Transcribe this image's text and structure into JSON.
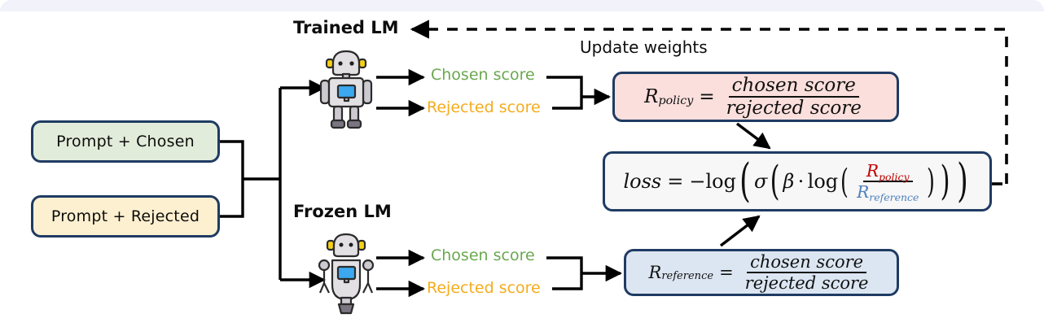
{
  "diagram": {
    "title": "DPO training loop diagram",
    "background": "#ffffff",
    "top_band_color": "#f2f2fb"
  },
  "inputs": [
    {
      "id": "prompt-chosen",
      "label": "Prompt + Chosen",
      "fill": "#e2ecda",
      "stroke": "#1f3b63"
    },
    {
      "id": "prompt-rejected",
      "label": "Prompt + Rejected",
      "fill": "#fdf0d0",
      "stroke": "#1f3b63"
    }
  ],
  "models": [
    {
      "id": "trained-lm",
      "label": "Trained LM",
      "icon": "robot-icon"
    },
    {
      "id": "frozen-lm",
      "label": "Frozen LM",
      "icon": "robot-icon"
    }
  ],
  "scores": {
    "chosen_label": "Chosen score",
    "rejected_label": "Rejected score",
    "chosen_color": "#6aa84f",
    "rejected_color": "#f5ac1d"
  },
  "annotations": {
    "update_weights": "Update weights"
  },
  "formulas": {
    "r_policy": {
      "id": "r-policy",
      "lhs_base": "R",
      "lhs_sub": "policy",
      "equals": "=",
      "numerator": "chosen score",
      "denominator": "rejected score",
      "fill": "#fadfdc",
      "stroke": "#1f3b63"
    },
    "r_reference": {
      "id": "r-reference",
      "lhs_base": "R",
      "lhs_sub": "reference",
      "equals": "=",
      "numerator": "chosen score",
      "denominator": "rejected score",
      "fill": "#dce6f2",
      "stroke": "#1f3b63"
    },
    "loss": {
      "id": "loss",
      "lhs": "loss",
      "equals": "=",
      "neg": "−",
      "log1": "log",
      "sigma": "σ",
      "beta": "β",
      "dot": "⋅",
      "log2": "log",
      "num_base": "R",
      "num_sub": "policy",
      "num_color": "#c00000",
      "den_base": "R",
      "den_sub": "reference",
      "den_color": "#4f81bd",
      "plain_text": "loss = -log( σ( β ⋅ log( R_policy / R_reference ) ) )",
      "fill": "#f7f7f7",
      "stroke": "#1f3b63"
    }
  },
  "edges": [
    {
      "id": "inputs-to-split",
      "style": "solid",
      "arrow": false
    },
    {
      "id": "split-to-trained-lm",
      "style": "solid",
      "arrow": true
    },
    {
      "id": "split-to-frozen-lm",
      "style": "solid",
      "arrow": true
    },
    {
      "id": "trained-chosen-out",
      "style": "solid",
      "arrow": true
    },
    {
      "id": "trained-rejected-out",
      "style": "solid",
      "arrow": true
    },
    {
      "id": "frozen-chosen-out",
      "style": "solid",
      "arrow": true
    },
    {
      "id": "frozen-rejected-out",
      "style": "solid",
      "arrow": true
    },
    {
      "id": "top-scores-to-rpolicy",
      "style": "solid",
      "arrow": true
    },
    {
      "id": "bot-scores-to-rref",
      "style": "solid",
      "arrow": true
    },
    {
      "id": "rpolicy-to-loss",
      "style": "solid",
      "arrow": true
    },
    {
      "id": "rref-to-loss",
      "style": "solid",
      "arrow": true
    },
    {
      "id": "loss-to-trained-lm",
      "style": "dashed",
      "arrow": true,
      "label": "Update weights"
    }
  ]
}
